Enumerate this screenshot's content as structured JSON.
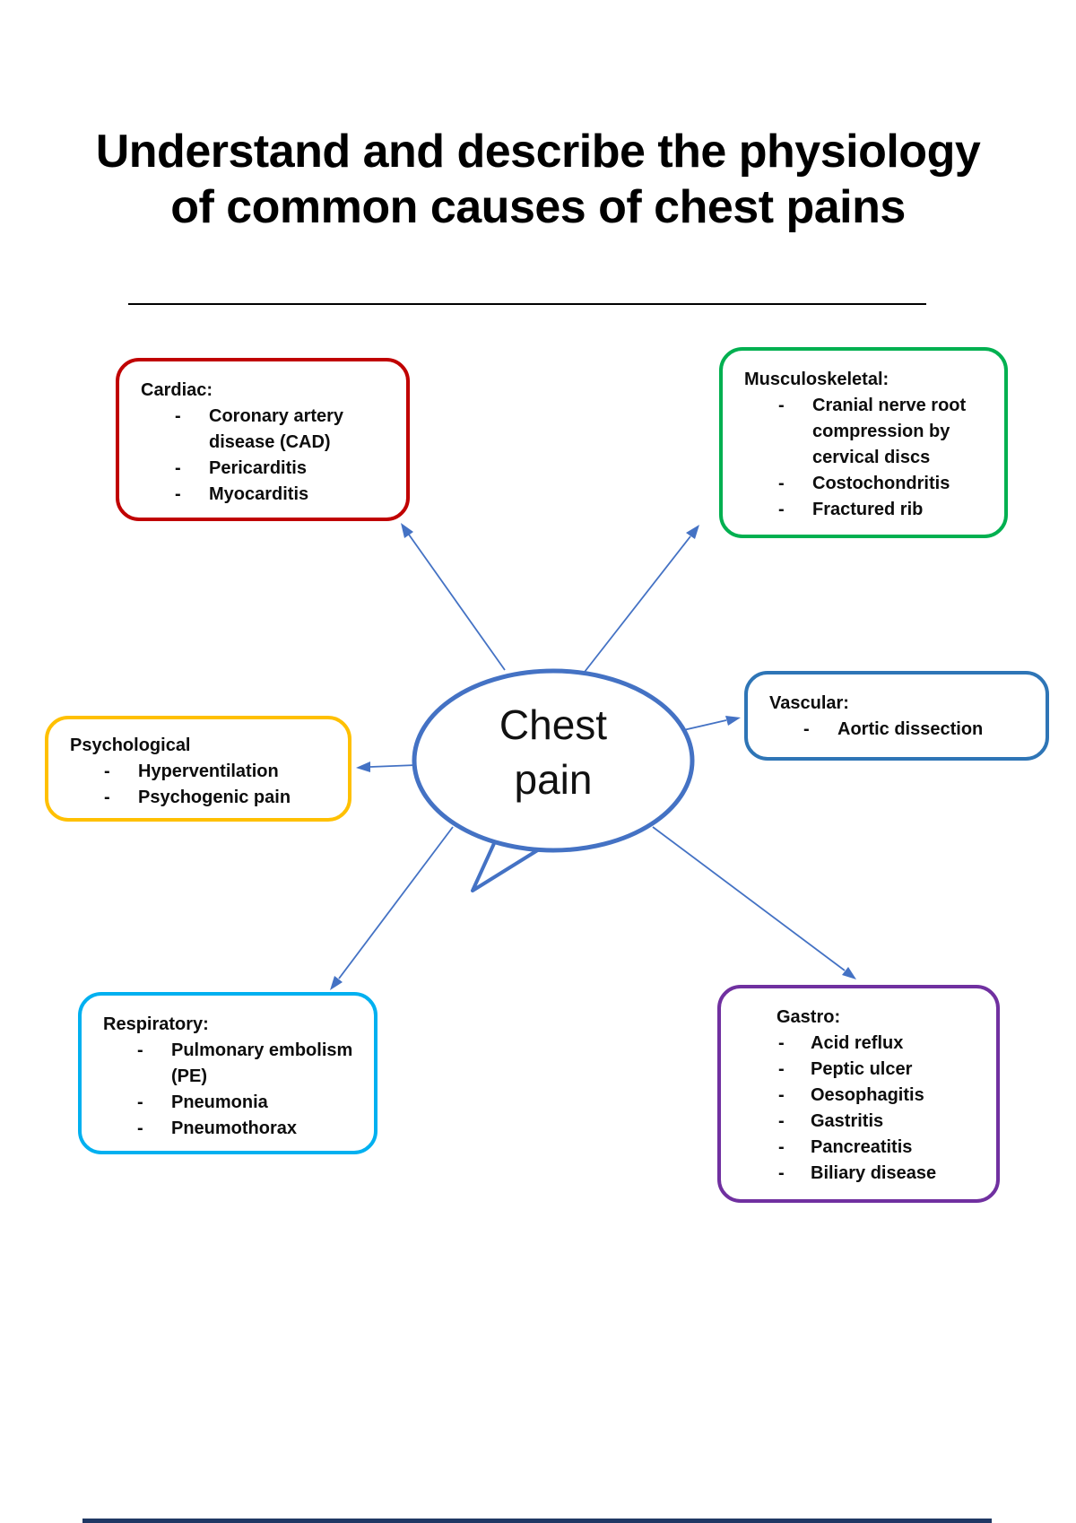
{
  "title": "Understand and describe the physiology of common causes of chest pains",
  "center": {
    "label": "Chest pain"
  },
  "colors": {
    "connector": "#4472C4",
    "bubble_border": "#4472C4",
    "bubble_fill": "#ffffff",
    "title_underline": "#000000",
    "footer_bar": "#203864"
  },
  "nodes": {
    "cardiac": {
      "label": "Cardiac:",
      "color": "#C00000",
      "items": [
        "Coronary artery disease (CAD)",
        "Pericarditis",
        "Myocarditis"
      ]
    },
    "musculoskeletal": {
      "label": "Musculoskeletal:",
      "color": "#00B050",
      "items": [
        "Cranial nerve root compression by cervical discs",
        "Costochondritis",
        "Fractured rib"
      ]
    },
    "vascular": {
      "label": "Vascular:",
      "color": "#2E75B6",
      "items": [
        "Aortic dissection"
      ]
    },
    "psychological": {
      "label": "Psychological",
      "color": "#FFC000",
      "items": [
        "Hyperventilation",
        "Psychogenic pain"
      ]
    },
    "respiratory": {
      "label": "Respiratory:",
      "color": "#00B0F0",
      "items": [
        "Pulmonary embolism (PE)",
        "Pneumonia",
        "Pneumothorax"
      ]
    },
    "gastro": {
      "label": "Gastro:",
      "color": "#7030A0",
      "items": [
        "Acid reflux",
        "Peptic ulcer",
        "Oesophagitis",
        "Gastritis",
        "Pancreatitis",
        "Biliary disease"
      ]
    }
  }
}
